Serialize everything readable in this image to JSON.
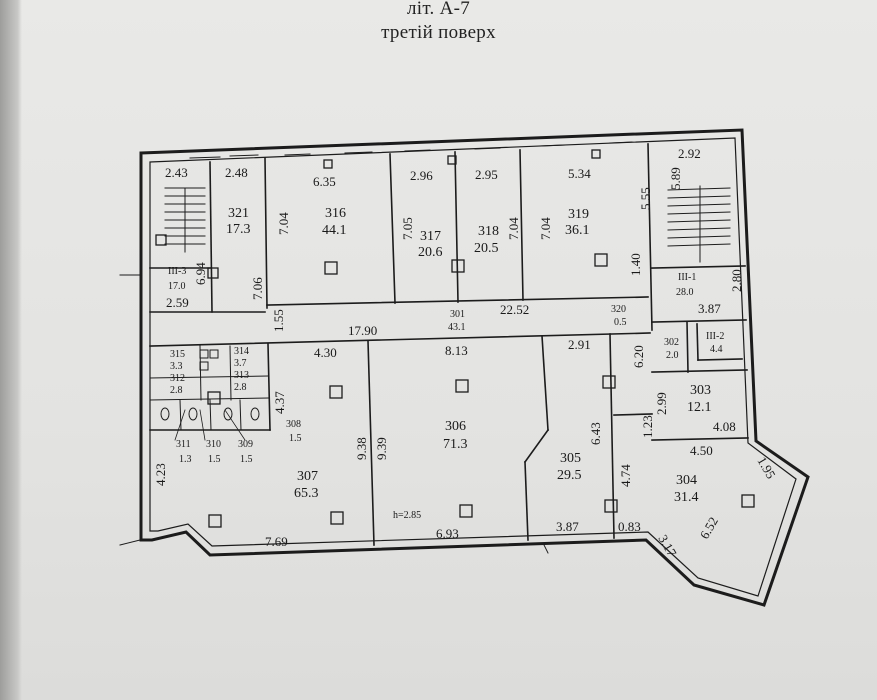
{
  "header": {
    "title_line1": "літ. А-7",
    "title_line2": "третій поверх"
  },
  "height_note": "h=2.85",
  "rooms": [
    {
      "id": "321",
      "area": "17.3"
    },
    {
      "id": "316",
      "area": "44.1"
    },
    {
      "id": "317",
      "area": "20.6"
    },
    {
      "id": "318",
      "area": "20.5"
    },
    {
      "id": "319",
      "area": "36.1"
    },
    {
      "id": "III-3",
      "area": "17.0"
    },
    {
      "id": "III-1",
      "area": "28.0"
    },
    {
      "id": "301",
      "area": "43.1"
    },
    {
      "id": "320",
      "area": "0.5"
    },
    {
      "id": "302",
      "area": "2.0"
    },
    {
      "id": "III-2",
      "area": "4.4"
    },
    {
      "id": "303",
      "area": "12.1"
    },
    {
      "id": "306",
      "area": "71.3"
    },
    {
      "id": "305",
      "area": "29.5"
    },
    {
      "id": "304",
      "area": "31.4"
    },
    {
      "id": "307",
      "area": "65.3"
    },
    {
      "id": "308",
      "area": "1.5"
    },
    {
      "id": "311",
      "area": "1.3"
    },
    {
      "id": "310",
      "area": "1.5"
    },
    {
      "id": "309",
      "area": "1.5"
    },
    {
      "id": "315",
      "area": "3.3"
    },
    {
      "id": "314",
      "area": "3.7"
    },
    {
      "id": "312",
      "area": "2.8"
    },
    {
      "id": "313",
      "area": "2.8"
    }
  ],
  "dimensions": [
    "2.43",
    "2.48",
    "6.35",
    "2.96",
    "2.95",
    "5.34",
    "2.92",
    "7.04",
    "7.05",
    "7.04",
    "7.04",
    "5.55",
    "5.89",
    "6.94",
    "7.06",
    "2.59",
    "1.40",
    "2.80",
    "3.87",
    "22.52",
    "1.55",
    "17.90",
    "4.30",
    "8.13",
    "2.91",
    "6.20",
    "2.99",
    "4.08",
    "4.37",
    "9.38",
    "9.39",
    "6.43",
    "1.23",
    "4.50",
    "4.74",
    "1.95",
    "4.23",
    "7.69",
    "6.93",
    "3.87",
    "0.83",
    "3.17",
    "6.52"
  ]
}
